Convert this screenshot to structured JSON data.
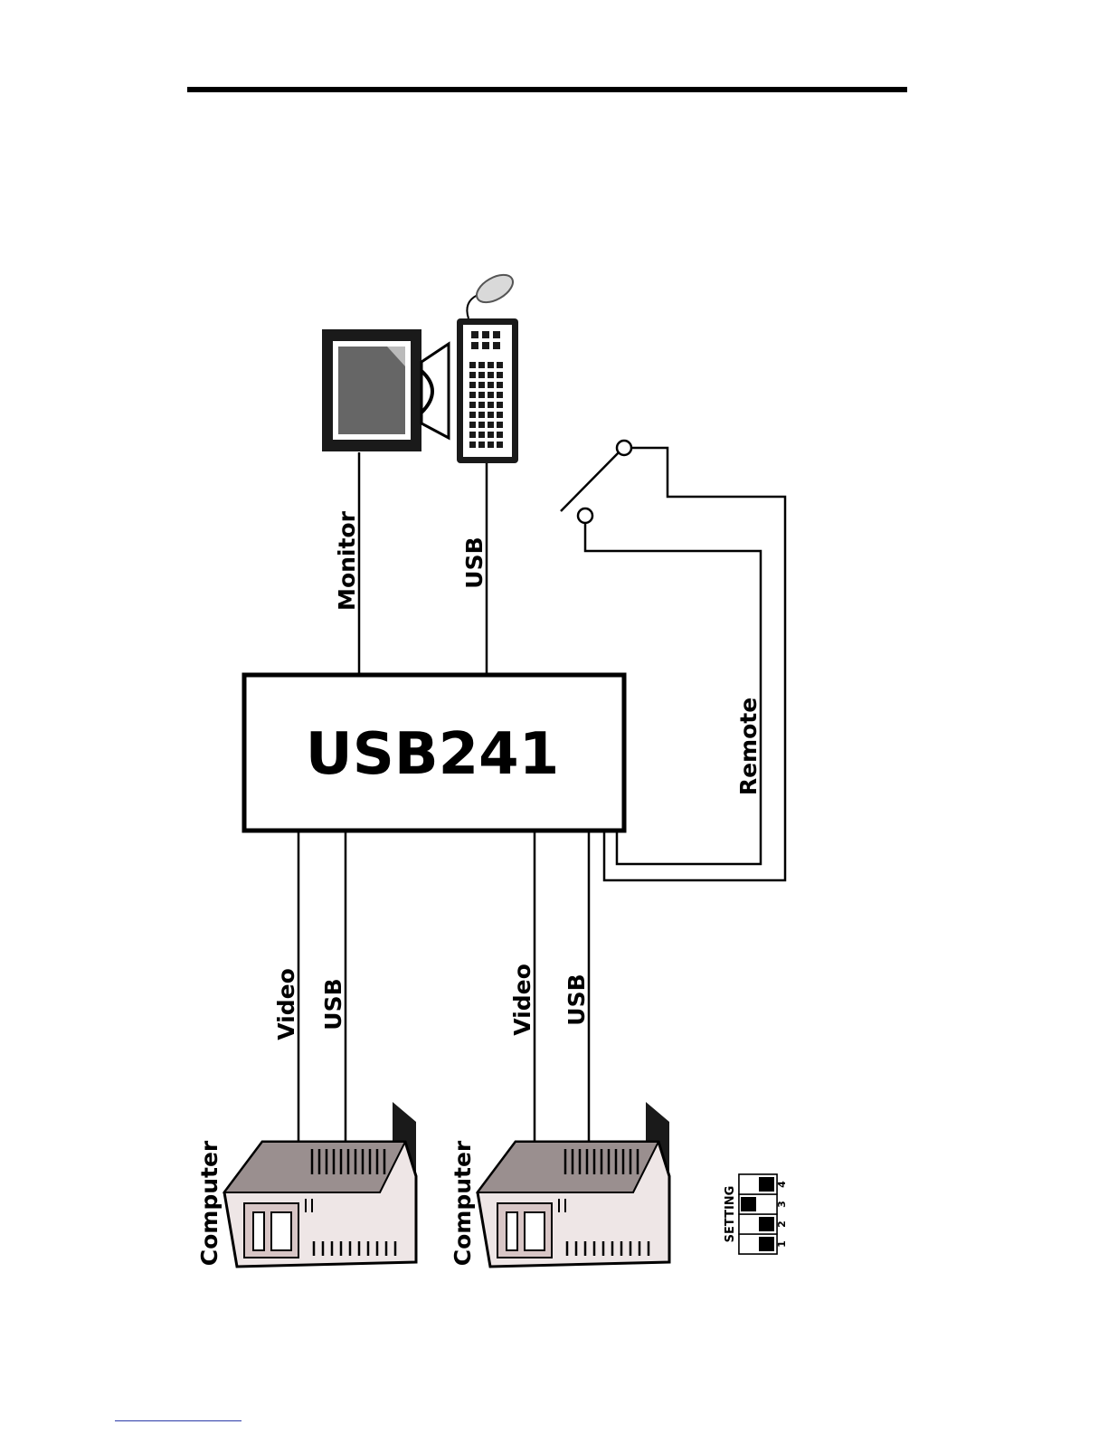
{
  "diagram": {
    "device": "USB241",
    "labels": {
      "monitor": "Monitor",
      "usb_console": "USB",
      "remote": "Remote",
      "video_1": "Video",
      "usb_1": "USB",
      "video_2": "Video",
      "usb_2": "USB",
      "computer_1": "Computer",
      "computer_2": "Computer"
    },
    "setting": {
      "label": "SETTING",
      "switches": [
        {
          "number": "1",
          "state": "on"
        },
        {
          "number": "2",
          "state": "on"
        },
        {
          "number": "3",
          "state": "off"
        },
        {
          "number": "4",
          "state": "on"
        }
      ]
    }
  }
}
